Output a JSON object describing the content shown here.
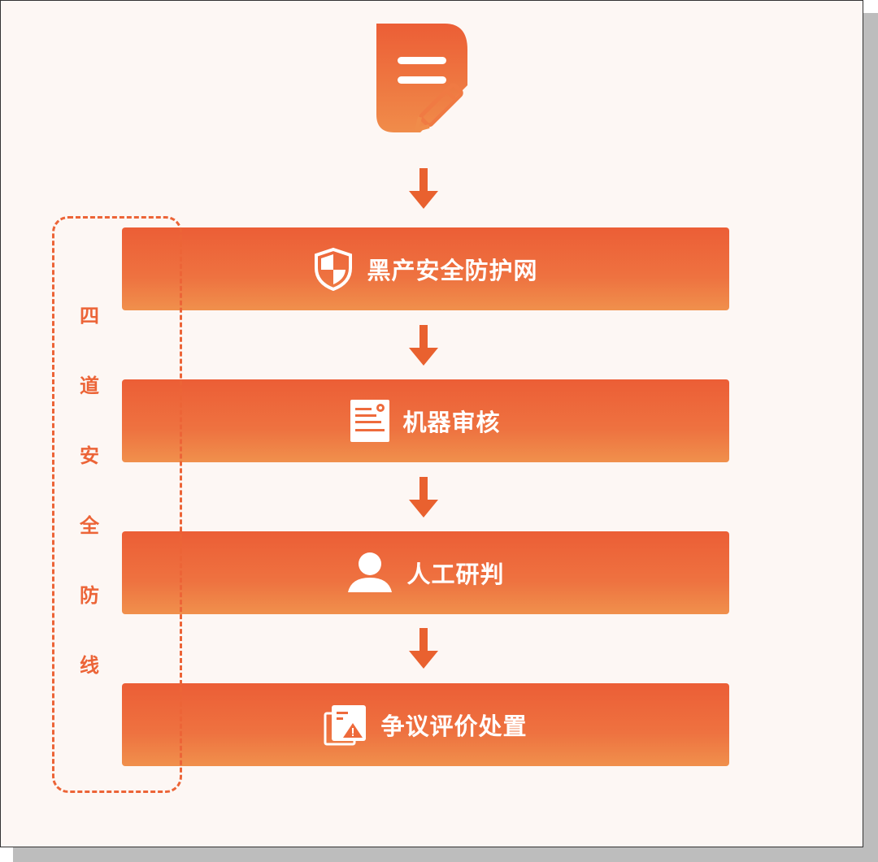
{
  "steps": [
    {
      "label": "黑产安全防护网",
      "icon": "shield-icon"
    },
    {
      "label": "机器审核",
      "icon": "machine-review-icon"
    },
    {
      "label": "人工研判",
      "icon": "person-icon"
    },
    {
      "label": "争议评价处置",
      "icon": "dispute-warning-icon"
    }
  ],
  "side_label": [
    "四",
    "道",
    "安",
    "全",
    "防",
    "线"
  ],
  "colors": {
    "accent": "#ec5e36",
    "background": "#fdf7f4"
  }
}
